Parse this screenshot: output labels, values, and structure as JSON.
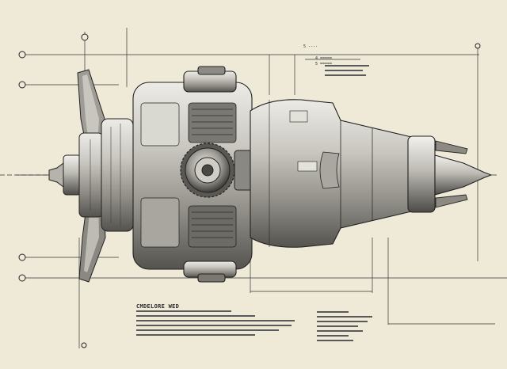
{
  "blueprint": {
    "title": "CMDELORE WED",
    "callout_top": "5 ----",
    "label_a": "4 =====",
    "label_b": "5 ====="
  },
  "colors": {
    "paper": "#efe9d8",
    "ink": "#222222",
    "metal_light": "#d6d4cc",
    "metal_mid": "#9a9890",
    "metal_dark": "#4a4a46"
  }
}
